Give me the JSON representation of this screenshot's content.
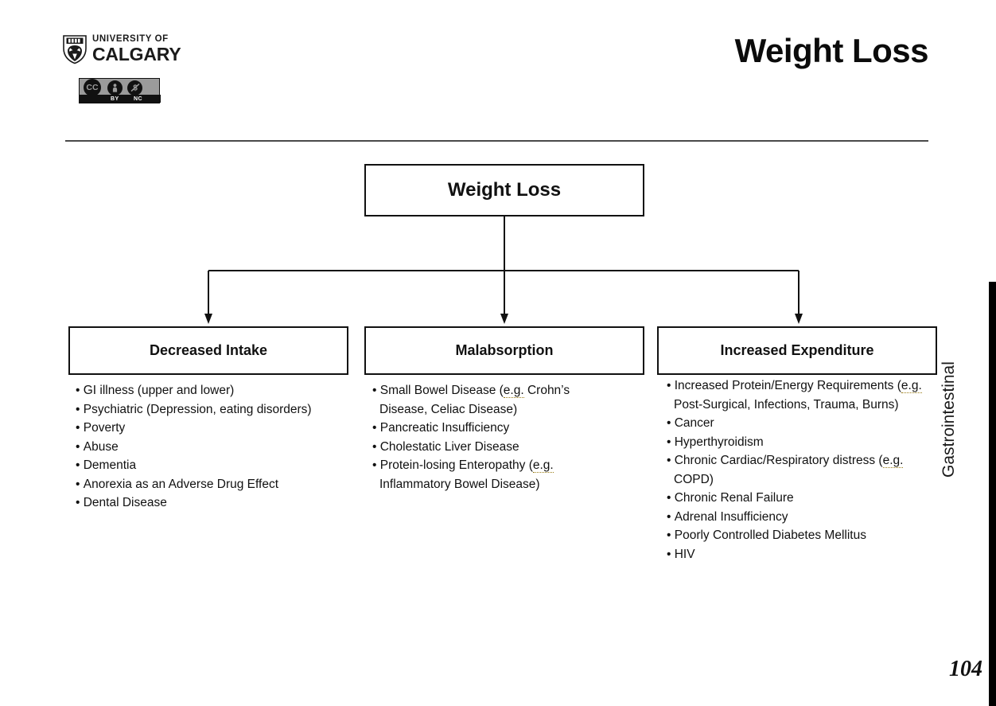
{
  "slide": {
    "title": "Weight Loss",
    "page_number": "104",
    "section_label": "Gastrointestinal"
  },
  "branding": {
    "university_line1": "UNIVERSITY OF",
    "university_line2": "CALGARY",
    "shield_icon": "university-shield-icon",
    "license": {
      "cc_glyph": "CC",
      "by_glyph": "\u0000",
      "nc_glyph": "$",
      "by_label": "BY",
      "nc_label": "NC"
    }
  },
  "flowchart": {
    "type": "tree",
    "root": {
      "label": "Weight Loss"
    },
    "branches": [
      {
        "label": "Decreased Intake",
        "items": [
          "GI illness (upper and lower)",
          "Psychiatric (Depression, eating disorders)",
          "Poverty",
          "Abuse",
          "Dementia",
          "Anorexia as an Adverse Drug Effect",
          "Dental Disease"
        ]
      },
      {
        "label": "Malabsorption",
        "items": [
          "Small Bowel Disease (e.g. Crohn’s Disease, Celiac Disease)",
          "Pancreatic Insufficiency",
          "Cholestatic Liver Disease",
          "Protein-losing Enteropathy (e.g. Inflammatory Bowel Disease)"
        ]
      },
      {
        "label": "Increased Expenditure",
        "items": [
          "Increased Protein/Energy Requirements (e.g. Post-Surgical, Infections, Trauma, Burns)",
          "Cancer",
          "Hyperthyroidism",
          "Chronic Cardiac/Respiratory distress (e.g. COPD)",
          "Chronic Renal Failure",
          "Adrenal Insufficiency",
          "Poorly Controlled Diabetes Mellitus",
          "HIV"
        ]
      }
    ]
  },
  "colors": {
    "ink": "#111111",
    "rule": "#4a4a4a",
    "rail": "#000000",
    "license_bg": "#9b9b9b",
    "spellcheck_underline": "#9a7c15"
  }
}
